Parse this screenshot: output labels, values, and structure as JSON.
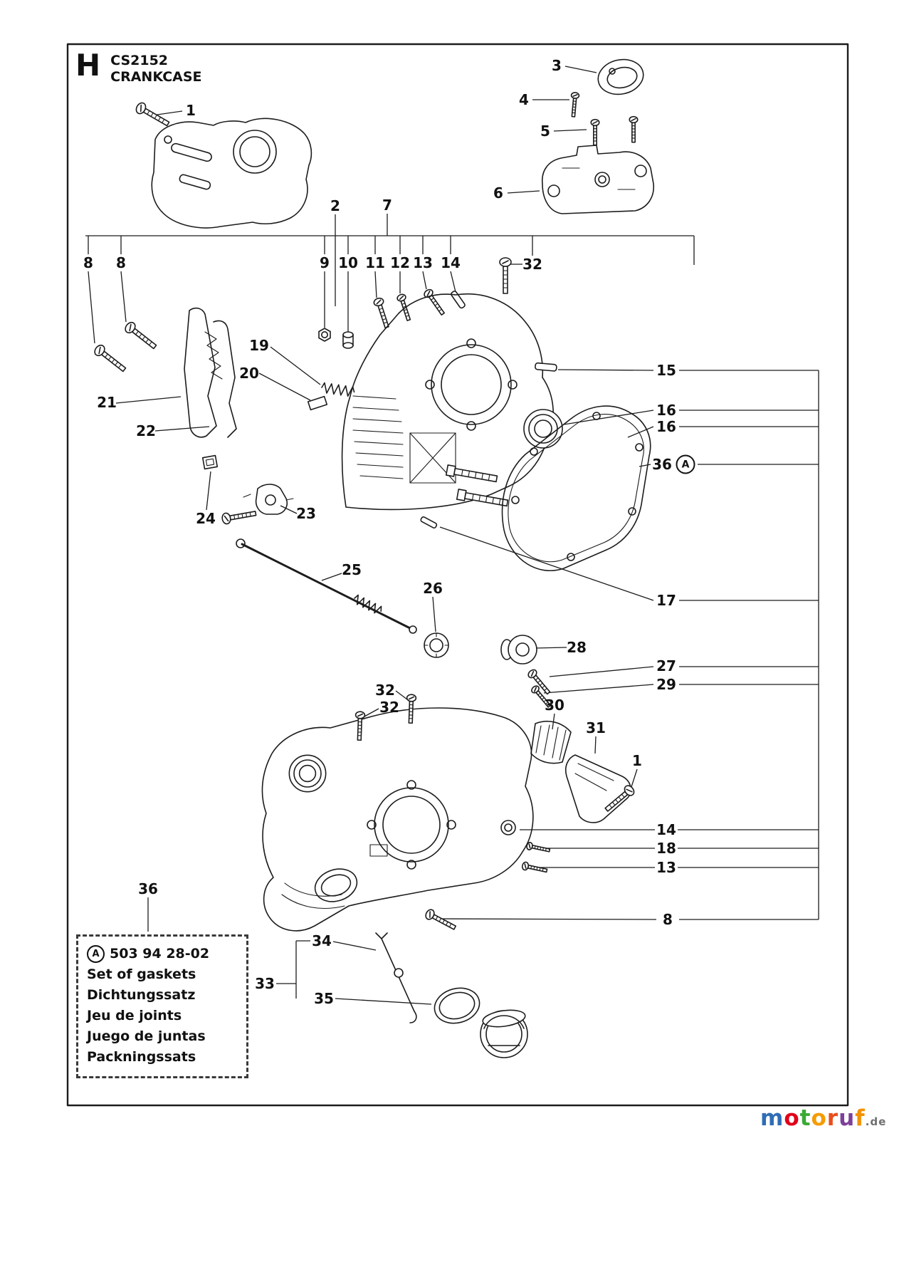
{
  "header": {
    "section_letter": "H",
    "model": "CS2152",
    "title": "CRANKCASE"
  },
  "callouts": [
    "1",
    "3",
    "4",
    "5",
    "6",
    "2",
    "7",
    "8",
    "8",
    "9",
    "10",
    "11",
    "12",
    "13",
    "14",
    "32",
    "15",
    "16",
    "16",
    "36",
    "19",
    "20",
    "21",
    "22",
    "24",
    "23",
    "25",
    "26",
    "17",
    "28",
    "27",
    "29",
    "30",
    "31",
    "32",
    "32",
    "1",
    "14",
    "18",
    "13",
    "8",
    "36",
    "34",
    "33",
    "35"
  ],
  "gasket_marker": "A",
  "gasket_box": {
    "marker": "A",
    "part_number": "503 94 28-02",
    "descriptions": [
      "Set of gaskets",
      "Dichtungssatz",
      "Jeu de joints",
      "Juego de juntas",
      "Packningssats"
    ]
  },
  "watermark": {
    "letters": [
      {
        "ch": "m",
        "color": "#2f6eb5"
      },
      {
        "ch": "o",
        "color": "#e2001a"
      },
      {
        "ch": "t",
        "color": "#3aaa35"
      },
      {
        "ch": "o",
        "color": "#f59c00"
      },
      {
        "ch": "r",
        "color": "#e94e1b"
      },
      {
        "ch": "u",
        "color": "#7d4199"
      },
      {
        "ch": "f",
        "color": "#f39200"
      }
    ],
    "suffix": ".de",
    "suffix_color": "#707070"
  }
}
